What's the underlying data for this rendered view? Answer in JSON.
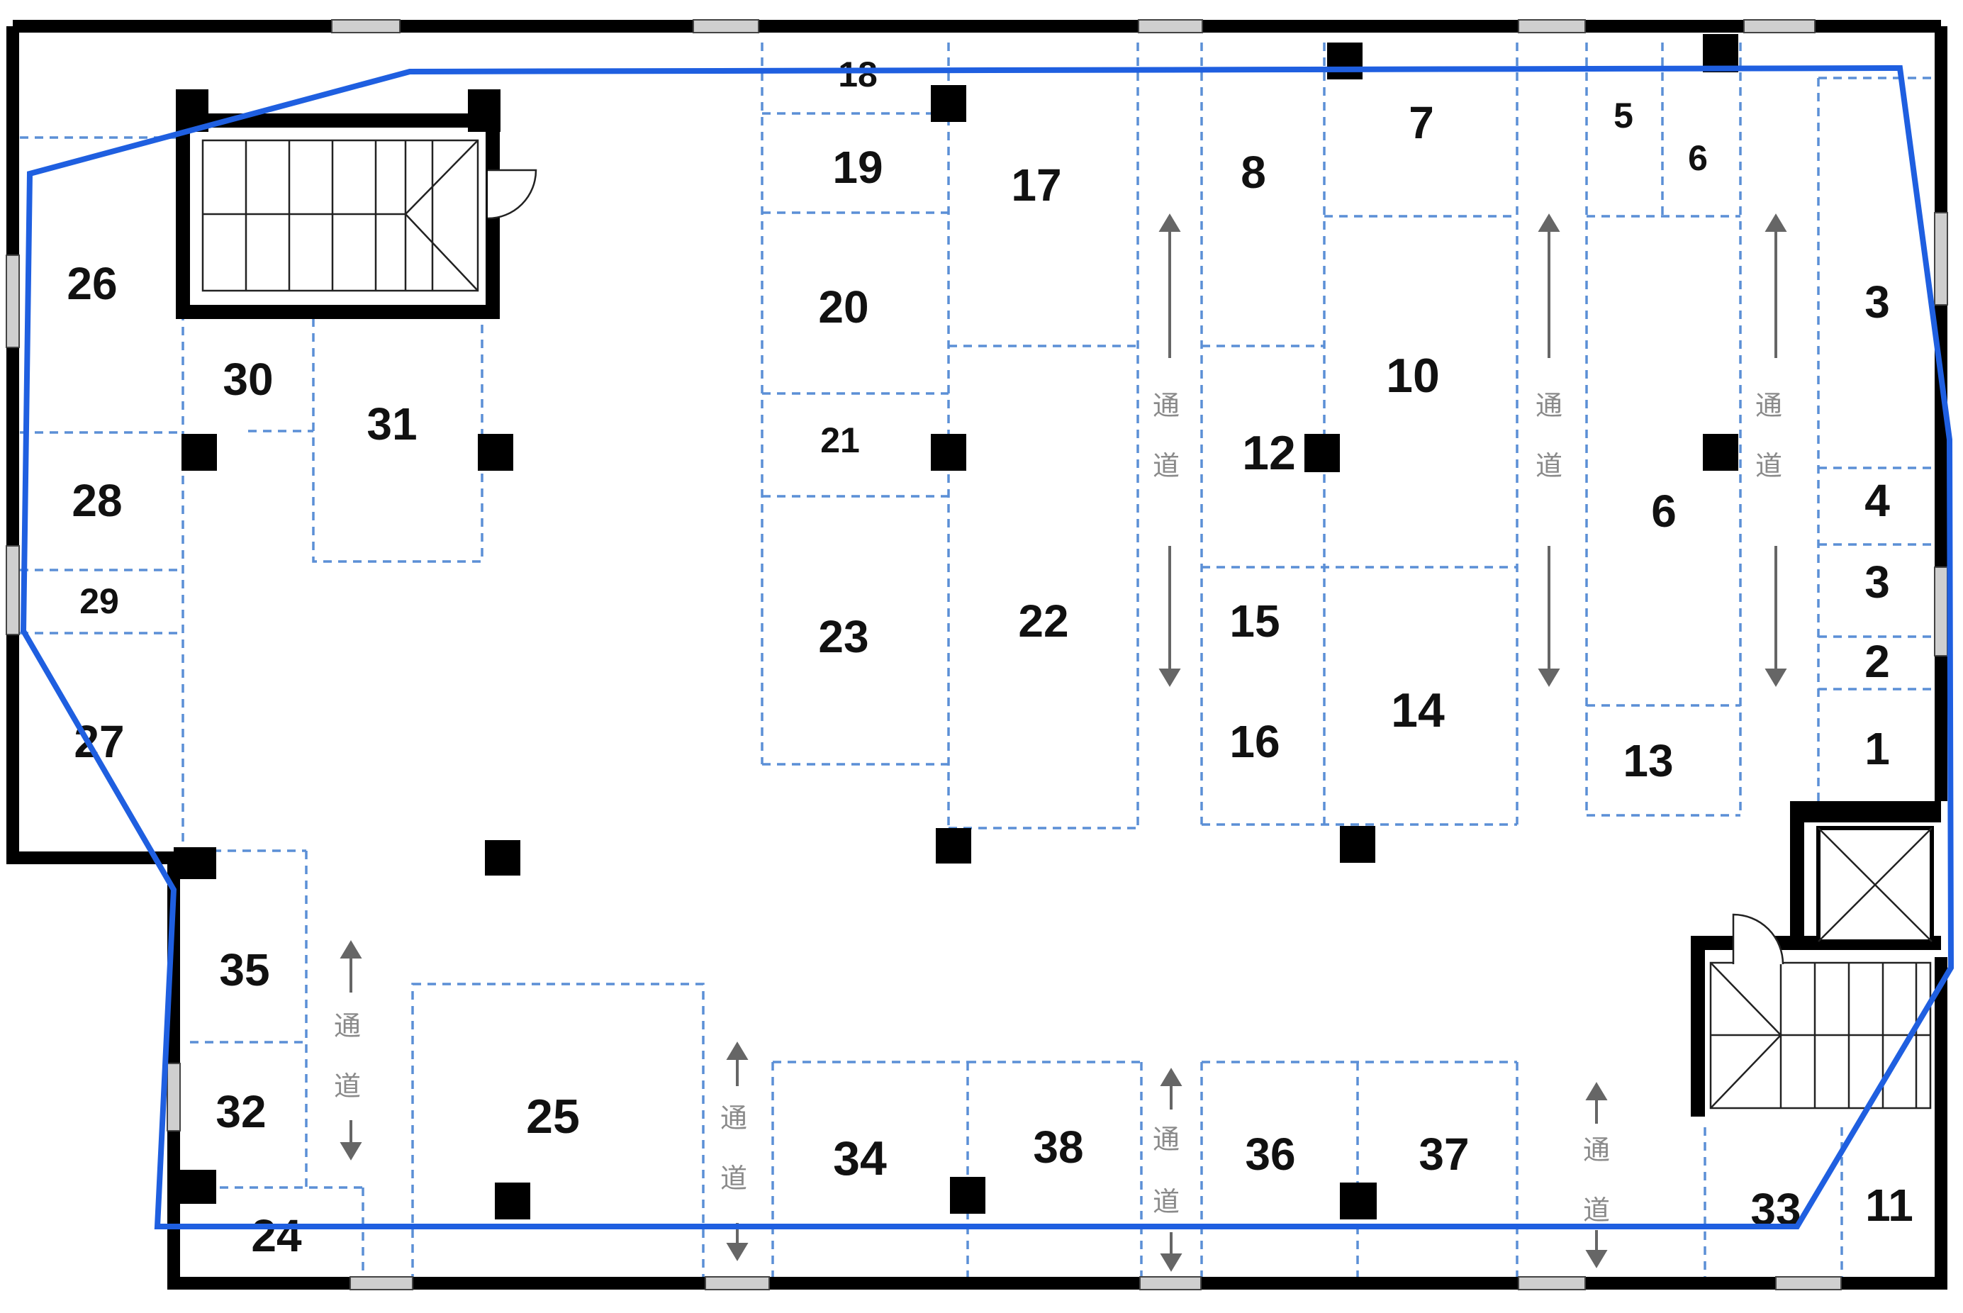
{
  "floor_plan": {
    "units": [
      {
        "id": "u18",
        "label": "18"
      },
      {
        "id": "u19",
        "label": "19"
      },
      {
        "id": "u17",
        "label": "17"
      },
      {
        "id": "u8",
        "label": "8"
      },
      {
        "id": "u7",
        "label": "7"
      },
      {
        "id": "u5",
        "label": "5"
      },
      {
        "id": "u6a",
        "label": "6"
      },
      {
        "id": "u26",
        "label": "26"
      },
      {
        "id": "u20",
        "label": "20"
      },
      {
        "id": "u3a",
        "label": "3"
      },
      {
        "id": "u10",
        "label": "10"
      },
      {
        "id": "u30",
        "label": "30"
      },
      {
        "id": "u31",
        "label": "31"
      },
      {
        "id": "u21",
        "label": "21"
      },
      {
        "id": "u12",
        "label": "12"
      },
      {
        "id": "u28",
        "label": "28"
      },
      {
        "id": "u6b",
        "label": "6"
      },
      {
        "id": "u4",
        "label": "4"
      },
      {
        "id": "u29",
        "label": "29"
      },
      {
        "id": "u3b",
        "label": "3"
      },
      {
        "id": "u15",
        "label": "15"
      },
      {
        "id": "u22",
        "label": "22"
      },
      {
        "id": "u23",
        "label": "23"
      },
      {
        "id": "u2",
        "label": "2"
      },
      {
        "id": "u14",
        "label": "14"
      },
      {
        "id": "u27",
        "label": "27"
      },
      {
        "id": "u16",
        "label": "16"
      },
      {
        "id": "u1",
        "label": "1"
      },
      {
        "id": "u13",
        "label": "13"
      },
      {
        "id": "u35",
        "label": "35"
      },
      {
        "id": "u25",
        "label": "25"
      },
      {
        "id": "u32",
        "label": "32"
      },
      {
        "id": "u38",
        "label": "38"
      },
      {
        "id": "u36",
        "label": "36"
      },
      {
        "id": "u37",
        "label": "37"
      },
      {
        "id": "u34",
        "label": "34"
      },
      {
        "id": "u24",
        "label": "24"
      },
      {
        "id": "u33",
        "label": "33"
      },
      {
        "id": "u11",
        "label": "11"
      }
    ],
    "aisle_label": [
      "通",
      "道"
    ],
    "colors": {
      "wall": "#000000",
      "dashed": "#5b8fd6",
      "outline": "#1f5fe0",
      "arrow": "#666666",
      "window": "#cfcfcf"
    }
  }
}
